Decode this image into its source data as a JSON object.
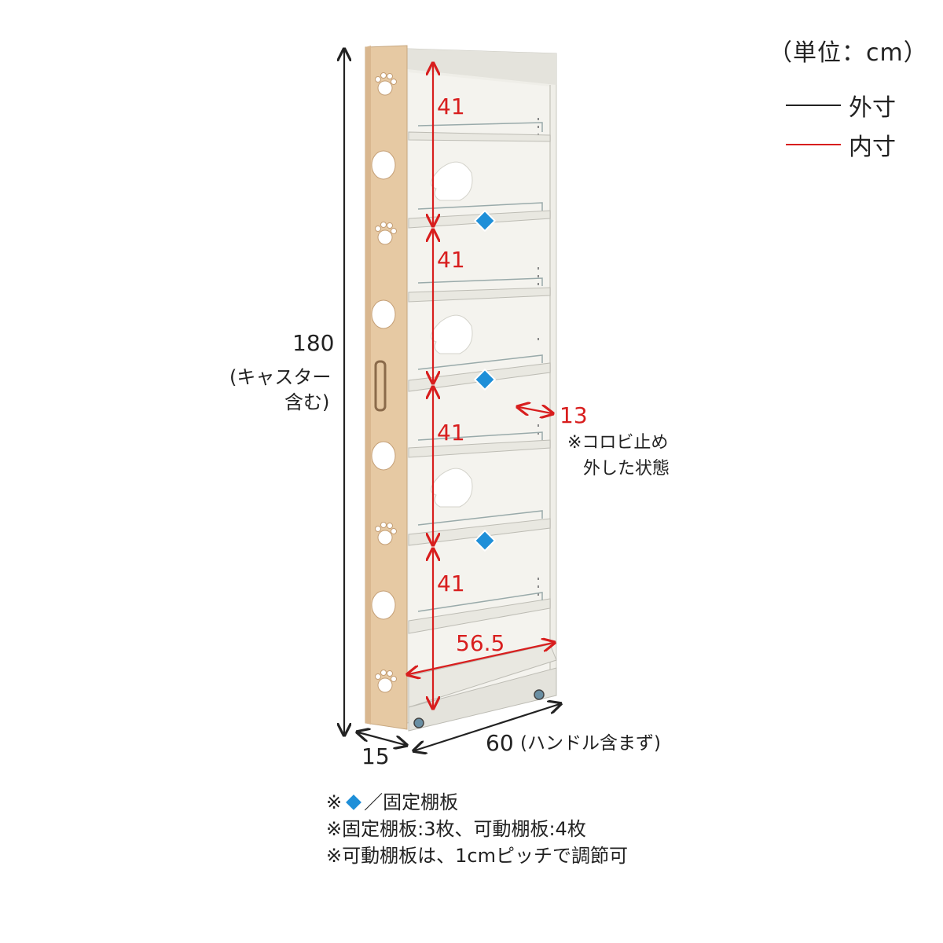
{
  "unit_label": "（単位：cm）",
  "legend": {
    "outer": {
      "label": "外寸",
      "color": "#222222"
    },
    "inner": {
      "label": "内寸",
      "color": "#d81e1e"
    }
  },
  "dimensions": {
    "height": {
      "value": "180",
      "note_line1": "(キャスター",
      "note_line2": "含む)"
    },
    "depth": "15",
    "width": {
      "value": "60",
      "note": "(ハンドル含まず)"
    },
    "shelf_heights": [
      "41",
      "41",
      "41",
      "41"
    ],
    "inner_width": "56.5",
    "stopper_gap": {
      "value": "13",
      "note_line1": "※コロビ止め",
      "note_line2": "外した状態"
    }
  },
  "notes": {
    "fixed_prefix": "※",
    "fixed_suffix": "／固定棚板",
    "count": "※固定棚板:3枚、可動棚板:4枚",
    "pitch": "※可動棚板は、1cmピッチで調節可"
  },
  "colors": {
    "inner_dim": "#d81e1e",
    "outer_dim": "#222222",
    "fixed_shelf_marker": "#1e8fd8",
    "side_panel": "#e6c9a3",
    "body": "#efeee8"
  }
}
